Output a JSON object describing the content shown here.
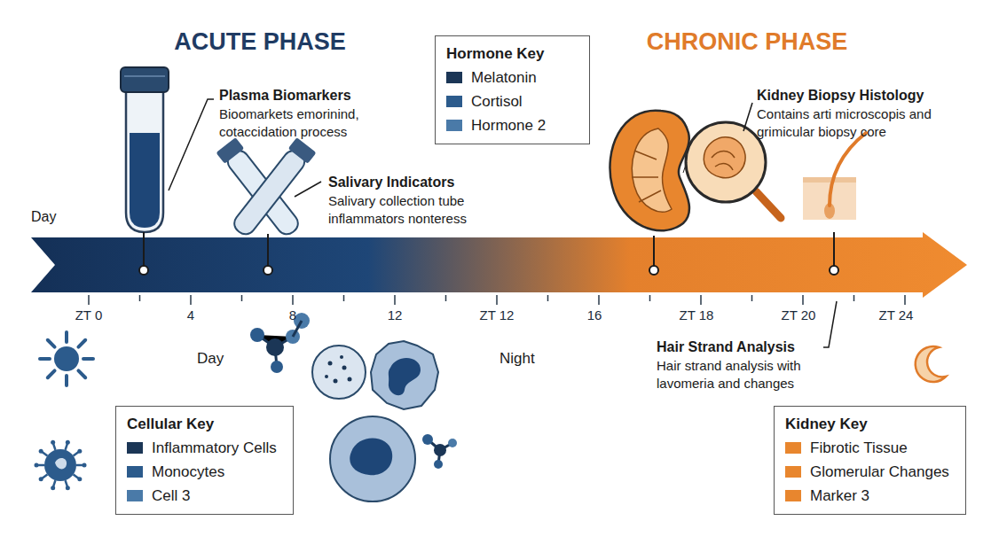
{
  "diagram": {
    "nodes": [
      {
        "text": [
          "Hormone Key"
        ]
      },
      {
        "text": [
          "Cellular Key"
        ]
      },
      {
        "text": [
          "Kidney Key"
        ]
      }
    ],
    "labels": [
      "ACUTE PHASE",
      "CHRONIC PHASE",
      "Plasma Biomarkers",
      "Bioomarkets emorinind, cotaccidation process",
      "Salivary Indicators",
      "Salivary collection tube inflammators nonteress",
      "Kidney Biopsy Histology",
      "Contains arti microscopis and grimicular biopsy core",
      "Day",
      "ZT 0",
      "4",
      "8",
      "12",
      "ZT 12",
      "16",
      "ZT 18",
      "ZT 20",
      "ZT 24",
      "Day",
      "Night",
      "Hair Strand Analysis",
      "Hair strand analysis with lavomeria and changes"
    ],
    "legend": [
      {
        "text": "Melatonin",
        "color": "#1b3656"
      },
      {
        "text": "Cortisol",
        "color": "#2c5b8c"
      },
      {
        "text": "Hormone 2",
        "color": "#4a7aa8"
      },
      {
        "text": "Inflammatory Cells",
        "color": "#1b3656"
      },
      {
        "text": "Monocytes",
        "color": "#2c5b8c"
      },
      {
        "text": "Cell 3",
        "color": "#4a7aa8"
      },
      {
        "text": "Fibrotic Tissue",
        "color": "#e8862e"
      },
      {
        "text": "Glomerular Changes",
        "color": "#e8862e"
      },
      {
        "text": "Marker 3",
        "color": "#e8862e"
      }
    ]
  }
}
